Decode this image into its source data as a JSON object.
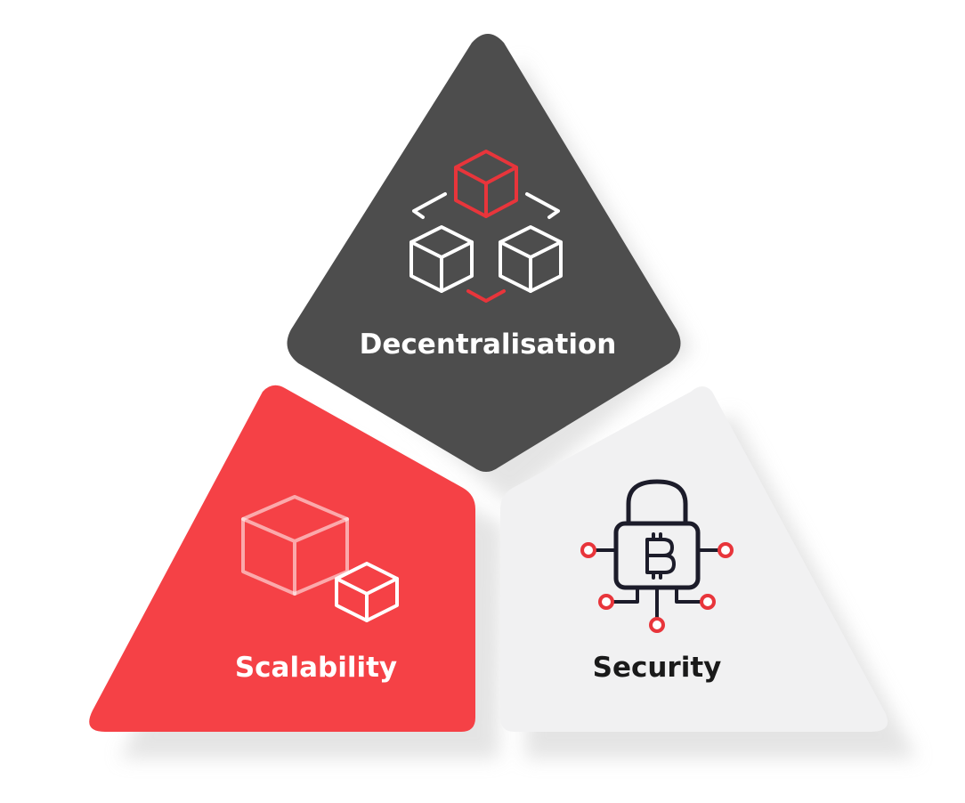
{
  "segments": {
    "top": {
      "label": "Decentralisation"
    },
    "left": {
      "label": "Scalability"
    },
    "right": {
      "label": "Security"
    }
  },
  "colors": {
    "top_fill": "#4d4d4d",
    "left_fill": "#f54146",
    "right_fill": "#f1f1f2",
    "accent_red": "#e8353b",
    "icon_white": "#ffffff",
    "icon_dark": "#1c1c2a",
    "label_dark": "#1a1a1a",
    "shadow": "#d9d9d9"
  },
  "icons": {
    "top": "blockchain-blocks-network-icon",
    "left": "scaling-blocks-icon",
    "right": "bitcoin-padlock-circuit-icon"
  }
}
